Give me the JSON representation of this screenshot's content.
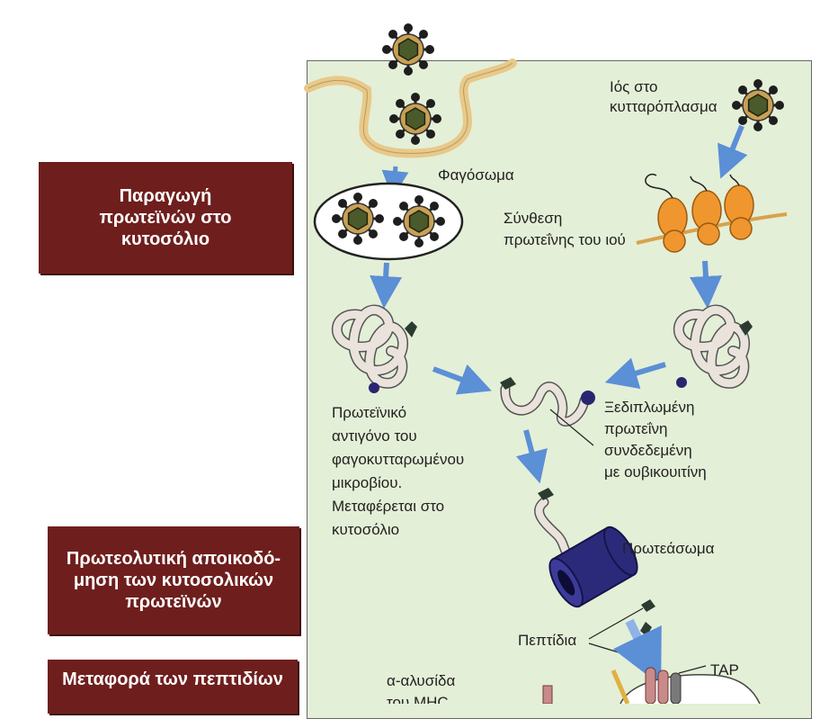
{
  "left_labels": {
    "box1": [
      "Παραγωγή",
      "πρωτεϊνών στο",
      "κυτοσόλιο"
    ],
    "box2": [
      "Πρωτεολυτική αποικοδό-",
      "μηση των κυτοσολικών",
      "πρωτεϊνών"
    ],
    "box3": [
      "Μεταφορά των πεπτιδίων"
    ]
  },
  "diagram": {
    "virus_label": [
      "Ιός στο",
      "κυτταρόπλασμα"
    ],
    "phagosome": "Φαγόσωμα",
    "synthesis": [
      "Σύνθεση",
      "πρωτεΐνης του ιού"
    ],
    "antigen": [
      "Πρωτεϊνικό",
      "αντιγόνο του",
      "φαγοκυτταρωμένου",
      "μικροβίου.",
      "Μεταφέρεται στο",
      "κυτοσόλιο"
    ],
    "unfolded": [
      "Ξεδιπλωμένη",
      "πρωτεΐνη",
      "συνδεδεμένη",
      "με ουβικουιτίνη"
    ],
    "proteasome": "Πρωτεάσωμα",
    "peptides": "Πεπτίδια",
    "tap": "TAP",
    "alpha_chain": [
      "α-αλυσίδα",
      "του MHC"
    ]
  },
  "colors": {
    "label_bg": "#6e1f1d",
    "panel_bg": "#e4efd7",
    "arrow": "#5b8fd6",
    "proteasome": "#2b2a7a",
    "ribosome": "#f0962e"
  }
}
